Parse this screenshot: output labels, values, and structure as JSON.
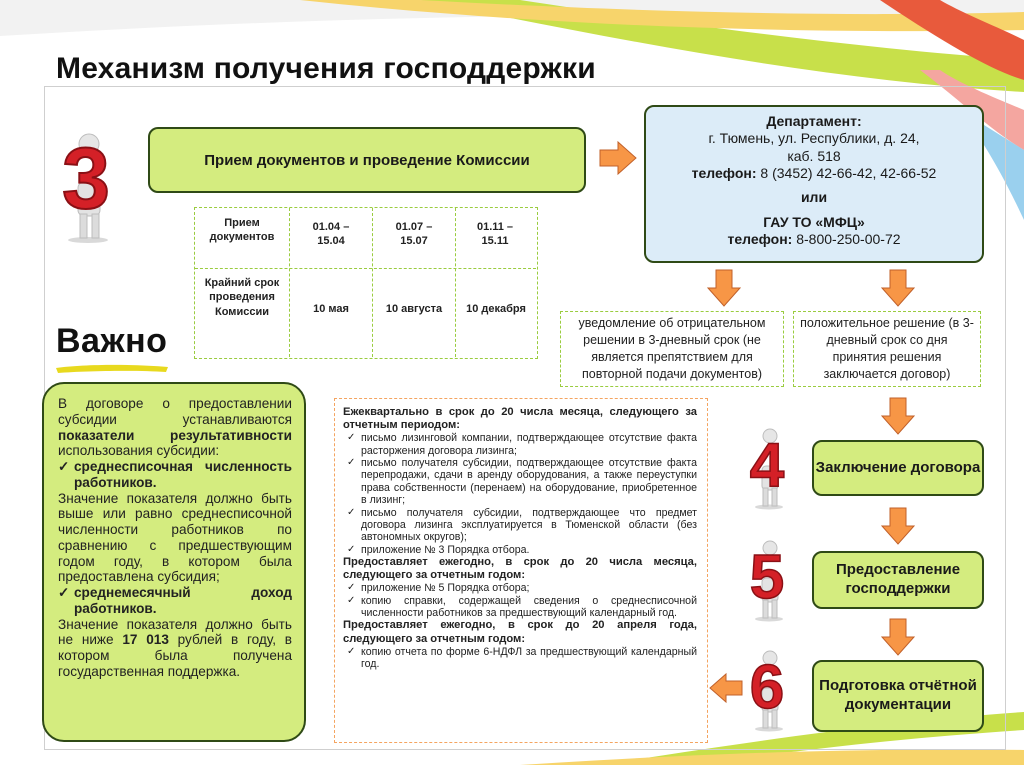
{
  "title": "Механизм получения господдержки",
  "colors": {
    "accent_green": "#d4ec7f",
    "accent_blue": "#dcecf8",
    "arrow_orange": "#f79646",
    "number_red": "#d42027",
    "border_dark": "#2f4a16"
  },
  "step3": {
    "number": "3",
    "box_label": "Прием документов и проведение Комиссии"
  },
  "schedule": {
    "row1_label": "Прием документов",
    "row2_label": "Крайний срок проведения Комиссии",
    "columns": [
      {
        "period": "01.04 – 15.04",
        "deadline": "10 мая"
      },
      {
        "period": "01.07 – 15.07",
        "deadline": "10 августа"
      },
      {
        "period": "01.11 – 15.11",
        "deadline": "10 декабря"
      }
    ]
  },
  "department": {
    "heading": "Департамент:",
    "address_line1": "г. Тюмень, ул. Республики, д. 24,",
    "address_line2": "каб. 518",
    "phone_label": "телефон:",
    "phone_value": "8 (3452) 42-66-42, 42-66-52",
    "or": "или",
    "mfc_name": "ГАУ ТО «МФЦ»",
    "mfc_phone_label": "телефон:",
    "mfc_phone_value": "8-800-250-00-72"
  },
  "outcomes": {
    "negative": "уведомление об отрицательном решении в 3-дневный срок (не является препятствием для повторной подачи документов)",
    "positive": "положительное решение (в 3-дневный срок со дня принятия решения заключается договор)"
  },
  "steps": [
    {
      "number": "4",
      "label": "Заключение договора"
    },
    {
      "number": "5",
      "label": "Предоставление господдержки"
    },
    {
      "number": "6",
      "label": "Подготовка отчётной документации"
    }
  ],
  "important": {
    "badge": "Важно",
    "intro_plain": "В договоре о предоставлении субсидии устанавливаются",
    "intro_bold": "показатели результативности",
    "intro_tail": "использования субсидии:",
    "item1": "среднесписочная численность работников.",
    "item1_text": "Значение показателя должно быть выше или равно среднесписочной численности работников по сравнению с предшествующим годом году, в котором была предоставлена субсидия;",
    "item2": "среднемесячный доход работников.",
    "item2_text_a": "Значение показателя должно быть не ниже",
    "item2_amount": "17 013",
    "item2_text_b": "рублей в году, в котором была получена государственная поддержка."
  },
  "reporting": {
    "q_heading": "Ежеквартально в срок до 20 числа месяца, следующего за отчетным периодом:",
    "q_items": [
      "письмо лизинговой компании, подтверждающее отсутствие факта расторжения договора лизинга;",
      "письмо получателя субсидии, подтверждающее отсутствие факта перепродажи, сдачи в аренду оборудования, а также переуступки права собственности (перенаем) на оборудование, приобретенное в лизинг;",
      "письмо получателя субсидии, подтверждающее что предмет договора лизинга эксплуатируется в Тюменской области (без автономных округов);",
      "приложение № 3 Порядка отбора."
    ],
    "y_heading": "Предоставляет ежегодно, в срок до 20 числа месяца, следующего за отчетным годом:",
    "y_items": [
      "приложение № 5 Порядка отбора;",
      "копию справки, содержащей сведения о среднесписочной численности работников за предшествующий календарный год."
    ],
    "a_heading": "Предоставляет ежегодно, в срок до 20 апреля года, следующего за отчетным годом:",
    "a_items": [
      "копию отчета по форме 6-НДФЛ за предшествующий календарный год."
    ]
  }
}
